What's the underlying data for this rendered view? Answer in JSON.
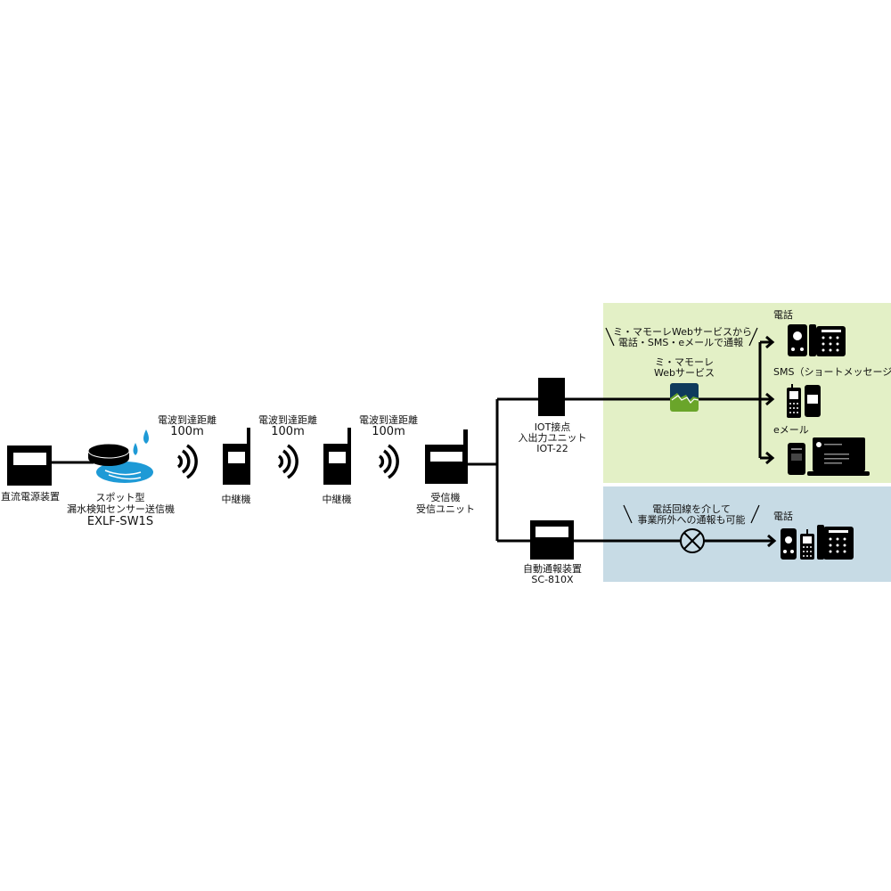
{
  "title": "Spot-type water leak detection system diagram",
  "colors": {
    "line": "#000000",
    "panel_web": "#e3f0c6",
    "panel_phone": "#c7dbe5",
    "water": "#1e9ad6",
    "logo_top": "#0f3a5c",
    "logo_bottom": "#6aa52a"
  },
  "devices": {
    "power_supply": {
      "label": "直流電源装置",
      "icon": "power-supply-icon"
    },
    "sensor": {
      "label_line1": "スポット型",
      "label_line2": "漏水検知センサー送信機",
      "model": "EXLF-SW1S",
      "icon": "leak-sensor-icon"
    },
    "relay1": {
      "label": "中継機",
      "icon": "relay-icon"
    },
    "relay2": {
      "label": "中継機",
      "icon": "relay-icon"
    },
    "receiver": {
      "label_line1": "受信機",
      "label_line2": "受信ユニット",
      "icon": "receiver-icon"
    },
    "iot": {
      "label_line1": "IOT接点",
      "label_line2": "入出力ユニット",
      "model": "IOT-22",
      "icon": "iot-unit-icon"
    },
    "auto_dialer": {
      "label": "自動通報装置",
      "model": "SC-810X",
      "icon": "auto-dialer-icon"
    }
  },
  "wireless_links": [
    {
      "label_line1": "電波到達距離",
      "label_line2": "100m"
    },
    {
      "label_line1": "電波到達距離",
      "label_line2": "100m"
    },
    {
      "label_line1": "電波到達距離",
      "label_line2": "100m"
    }
  ],
  "web_panel": {
    "caption_line1": "ミ・マモーレWebサービスから",
    "caption_line2": "電話・SMS・eメールで通報",
    "service_line1": "ミ・マモーレ",
    "service_line2": "Webサービス",
    "outputs": [
      {
        "label": "電話",
        "icon": "phone-icon"
      },
      {
        "label": "SMS（ショートメッセージ）",
        "icon": "sms-icon"
      },
      {
        "label": "eメール",
        "icon": "email-icon"
      }
    ]
  },
  "phone_panel": {
    "caption_line1": "電話回線を介して",
    "caption_line2": "事業所外への通報も可能",
    "output_label": "電話"
  }
}
